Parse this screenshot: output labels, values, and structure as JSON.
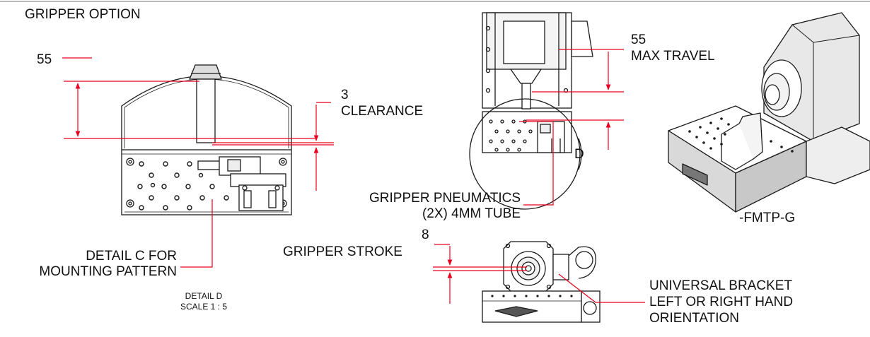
{
  "title": "GRIPPER OPTION",
  "dimensions": {
    "travel_value": "55",
    "clearance_value": "3",
    "clearance_label": "CLEARANCE",
    "max_travel_value": "55",
    "max_travel_label": "MAX TRAVEL",
    "stroke_value": "8",
    "stroke_label": "GRIPPER STROKE"
  },
  "detail_marker": "D",
  "callouts": {
    "pneumatics_line1": "GRIPPER PNEUMATICS",
    "pneumatics_line2": "(2X) 4MM TUBE",
    "detail_c_line1": "DETAIL C FOR",
    "detail_c_line2": "MOUNTING PATTERN",
    "bracket_line1": "UNIVERSAL BRACKET",
    "bracket_line2": "LEFT OR RIGHT HAND",
    "bracket_line3": "ORIENTATION"
  },
  "detail_view": {
    "name": "DETAIL D",
    "scale": "SCALE 1 : 5"
  },
  "model_label": "-FMTP-G",
  "colors": {
    "dimension": "#e8001c",
    "outline": "#1a1a1a",
    "text": "#111111"
  }
}
